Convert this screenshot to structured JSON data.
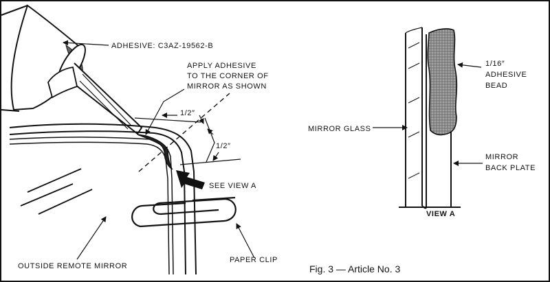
{
  "labels": {
    "adhesive": "ADHESIVE: C3AZ-19562-B",
    "apply_1": "APPLY ADHESIVE",
    "apply_2": "TO THE CORNER OF",
    "apply_3": "MIRROR AS SHOWN",
    "half_inch_top": "1/2″",
    "half_inch_right": "1/2″",
    "see_view_a": "SEE VIEW A",
    "outside_mirror": "OUTSIDE REMOTE MIRROR",
    "paper_clip": "PAPER CLIP",
    "mirror_glass": "MIRROR GLASS",
    "bead_1": "1/16″",
    "bead_2": "ADHESIVE",
    "bead_3": "BEAD",
    "back_plate_1": "MIRROR",
    "back_plate_2": "BACK PLATE",
    "view_a": "VIEW A"
  },
  "caption": "Fig. 3 — Article No. 3"
}
